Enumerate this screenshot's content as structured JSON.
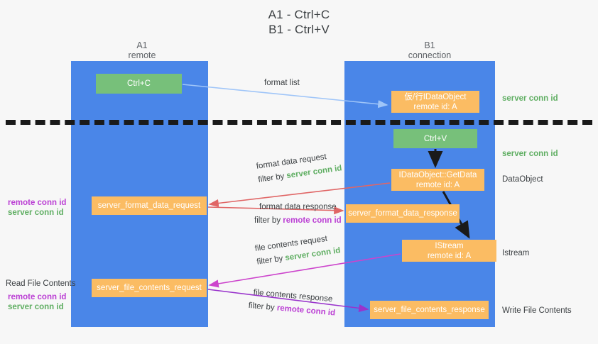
{
  "title": {
    "line1": "A1 - Ctrl+C",
    "line2": "B1 - Ctrl+V"
  },
  "columns": {
    "left": {
      "name": "A1",
      "role": "remote"
    },
    "right": {
      "name": "B1",
      "role": "connection"
    }
  },
  "nodes": {
    "ctrl_c": {
      "label": "Ctrl+C",
      "color": "#77c07a"
    },
    "ctrl_v": {
      "label": "Ctrl+V",
      "color": "#77c07a"
    },
    "idataobject_remote": {
      "line1": "仮/行IDataObject",
      "line2": "remote id: A",
      "color": "#fbbc63"
    },
    "idataobject_getdata": {
      "line1": "IDataObject::GetData",
      "line2": "remote id: A",
      "color": "#fbbc63"
    },
    "istream": {
      "line1": "IStream",
      "line2": "remote id: A",
      "color": "#fbbc63"
    },
    "server_format_data_request": {
      "label": "server_format_data_request",
      "color": "#fbbc63"
    },
    "server_format_data_response": {
      "label": "server_format_data_response",
      "color": "#fbbc63"
    },
    "server_file_contents_request": {
      "label": "server_file_contents_request",
      "color": "#fbbc63"
    },
    "server_file_contents_response": {
      "label": "server_file_contents_response",
      "color": "#fbbc63"
    }
  },
  "flows": {
    "format_list": {
      "label": "format list"
    },
    "format_data_request": {
      "line1": "format data request",
      "filter_prefix": "filter by ",
      "filter_key": "server conn id"
    },
    "format_data_response": {
      "line1": "format data response",
      "filter_prefix": "filter by ",
      "filter_key": "remote conn id"
    },
    "file_contents_request": {
      "line1": "file contents request",
      "filter_prefix": "filter by ",
      "filter_key": "server conn id"
    },
    "file_contents_response": {
      "line1": "file contents response",
      "filter_prefix": "filter by ",
      "filter_key": "remote conn id"
    }
  },
  "annotations": {
    "right": {
      "server_conn_id_top": "server conn id",
      "server_conn_id_mid": "server conn id",
      "dataobject": "DataObject",
      "istream": "Istream",
      "write_file_contents": "Write File Contents"
    },
    "left": {
      "remote_conn_id_1": "remote conn id",
      "server_conn_id_1": "server conn id",
      "read_file_contents": "Read File Contents",
      "remote_conn_id_2": "remote conn id",
      "server_conn_id_2": "server conn id"
    }
  },
  "colors": {
    "lane": "#4a86e8",
    "green_node": "#77c07a",
    "orange_node": "#fbbc63",
    "green_text": "#5fae62",
    "purple_text": "#bb3fd4",
    "arrow_light_blue": "#9fc5f8",
    "arrow_red": "#e06666",
    "arrow_magenta": "#cc44cc",
    "arrow_purple": "#9933cc",
    "arrow_dark": "#1a1a1a",
    "background": "#f7f7f7"
  }
}
